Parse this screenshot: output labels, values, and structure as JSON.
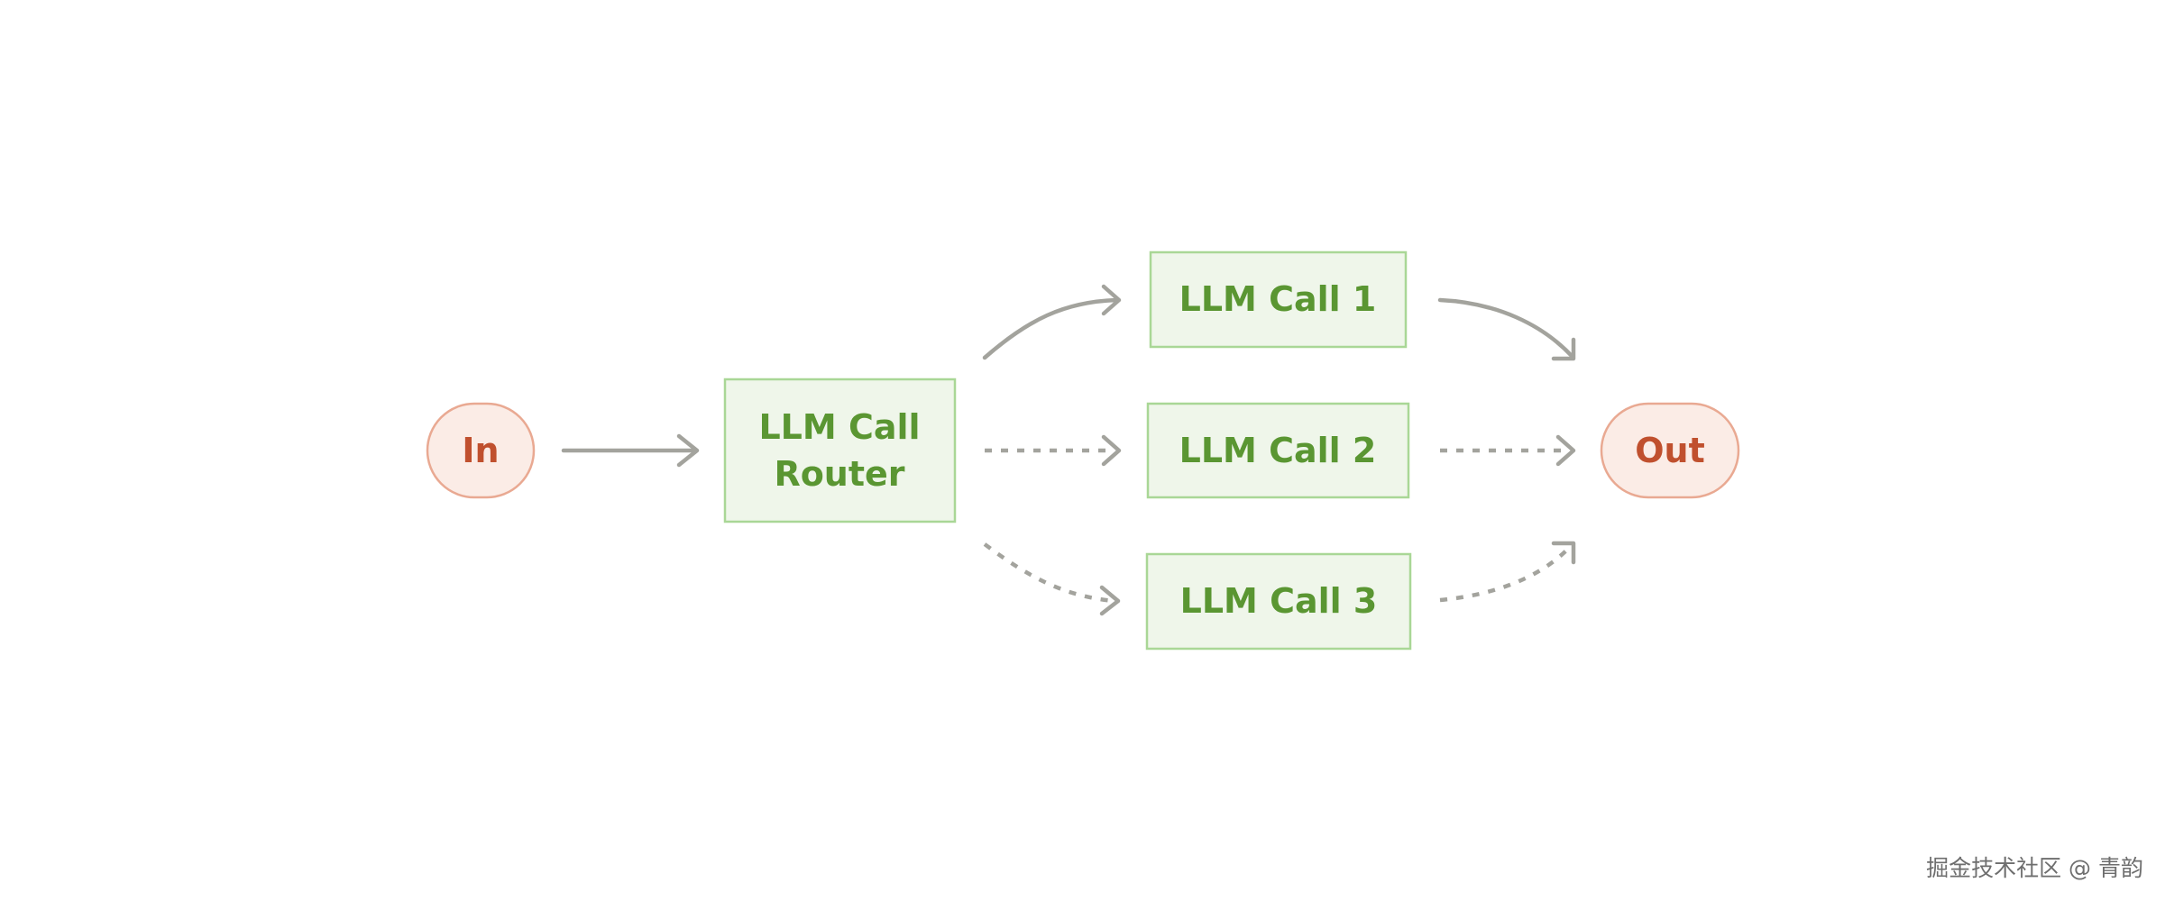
{
  "nodes": {
    "in": {
      "label": "In"
    },
    "router": {
      "line1": "LLM Call",
      "line2": "Router"
    },
    "call1": {
      "label": "LLM Call 1"
    },
    "call2": {
      "label": "LLM Call 2"
    },
    "call3": {
      "label": "LLM Call 3"
    },
    "out": {
      "label": "Out"
    }
  },
  "edges": [
    {
      "from": "in",
      "to": "router",
      "style": "solid"
    },
    {
      "from": "router",
      "to": "call1",
      "style": "solid"
    },
    {
      "from": "router",
      "to": "call2",
      "style": "dashed"
    },
    {
      "from": "router",
      "to": "call3",
      "style": "dashed"
    },
    {
      "from": "call1",
      "to": "out",
      "style": "solid"
    },
    {
      "from": "call2",
      "to": "out",
      "style": "dashed"
    },
    {
      "from": "call3",
      "to": "out",
      "style": "dashed"
    }
  ],
  "watermark": "掘金技术社区 @ 青韵",
  "colors": {
    "llm_fill": "#eff6ea",
    "llm_stroke": "#a9d796",
    "llm_text": "#5a9632",
    "terminal_fill": "#fbece6",
    "terminal_stroke": "#e9a992",
    "terminal_text": "#c0502e",
    "edge": "#a3a39d"
  }
}
